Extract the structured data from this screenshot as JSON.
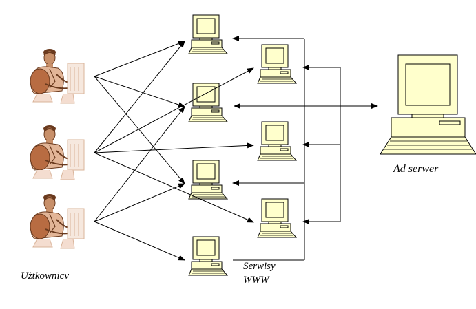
{
  "diagram": {
    "users_label": "Użtkownicv",
    "websites_label_line1": "Serwisy",
    "websites_label_line2": "WWW",
    "ad_server_label": "Ad serwer",
    "users": [
      {
        "name": "user-1"
      },
      {
        "name": "user-2"
      },
      {
        "name": "user-3"
      }
    ],
    "websites": [
      {
        "name": "website-1"
      },
      {
        "name": "website-2"
      },
      {
        "name": "website-3"
      },
      {
        "name": "website-4"
      },
      {
        "name": "website-5"
      },
      {
        "name": "website-6"
      },
      {
        "name": "website-7"
      }
    ],
    "icons": {
      "user": "person-at-computer-icon",
      "website": "desktop-computer-icon",
      "ad_server": "large-desktop-computer-icon"
    },
    "colors": {
      "monitor": "#ffffcc",
      "outline": "#000000",
      "person_skin": "#c8906a",
      "person_dark": "#6a3a1e"
    }
  }
}
